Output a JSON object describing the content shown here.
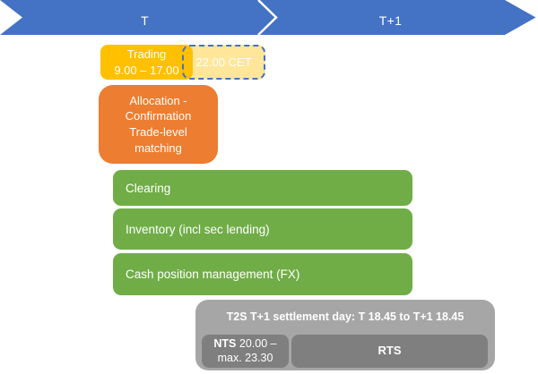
{
  "palette": {
    "banner_blue": "#4472C4",
    "trading_gold": "#FFC000",
    "trading_ext_fill": "#FFE699",
    "trading_ext_border": "#4472C4",
    "allocation_orange": "#ED7D31",
    "process_green": "#70AD47",
    "t2s_gray": "#A6A6A6",
    "t2s_inner_gray": "#7F7F7F",
    "text_white": "#FFFFFF"
  },
  "banner": {
    "segment_t": "T",
    "segment_t1": "T+1"
  },
  "trading": {
    "text": "Trading\n9.00 – 17.00",
    "extension_label": "22.00 CET"
  },
  "allocation": {
    "text": "Allocation -\nConfirmation\nTrade-level\nmatching"
  },
  "processes": {
    "clearing": "Clearing",
    "inventory": "Inventory (incl sec lending)",
    "cash": "Cash position management (FX)"
  },
  "t2s": {
    "title": "T2S T+1 settlement day: T 18.45 to T+1 18.45",
    "nts_prefix": "NTS",
    "nts_time": "20.00 –",
    "nts_line2": "max. 23.30",
    "rts": "RTS"
  }
}
